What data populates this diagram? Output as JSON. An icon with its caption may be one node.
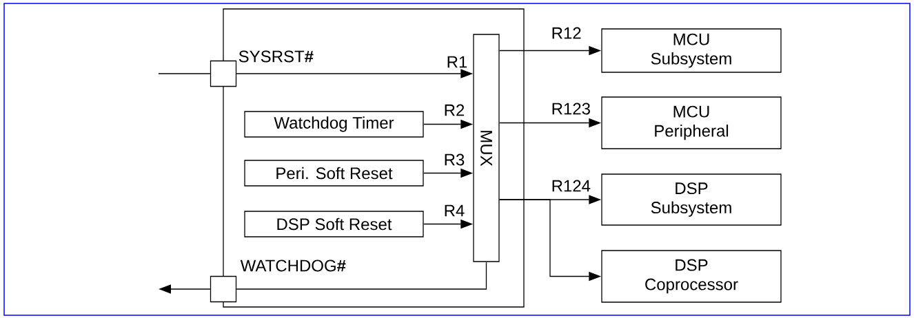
{
  "diagram": {
    "nodes": [
      {
        "text": [],
        "shape": "box"
      },
      {
        "text": [],
        "shape": "box",
        "beside": [
          "SYSRST**#**"
        ]
      },
      {
        "text": [
          "Watchdog Timer"
        ],
        "in": 0
      },
      {
        "text": [
          "Peri. Soft Reset"
        ],
        "in": 0
      },
      {
        "text": [
          "DSP Soft Reset"
        ],
        "in": 0
      },
      {
        "text": [
          "MUX"
        ],
        "in": 0
      },
      {
        "text": [],
        "shape": "box",
        "beside": [
          "WATCHDOG**#**"
        ]
      },
      {
        "text": [
          "MCU Subsystem"
        ]
      },
      {
        "text": [
          "MCU Peripheral"
        ]
      },
      {
        "text": [
          "DSP Subsystem"
        ]
      },
      {
        "text": [
          "DSP Coprocessor"
        ]
      }
    ],
    "edges": [
      {
        "from": null,
        "to": 1,
        "arrow": "none"
      },
      {
        "from": 1,
        "to": 5,
        "arrow": "to",
        "label": "R1"
      },
      {
        "from": 2,
        "to": 5,
        "arrow": "to",
        "label": "R2"
      },
      {
        "from": 3,
        "to": 5,
        "arrow": "to",
        "label": "R3"
      },
      {
        "from": 4,
        "to": 5,
        "arrow": "to",
        "label": "R4"
      },
      {
        "from": 5,
        "to": 6,
        "arrow": "none"
      },
      {
        "from": 6,
        "to": null,
        "arrow": "to"
      },
      {
        "from": 5,
        "to": 7,
        "arrow": "to",
        "label": "R12"
      },
      {
        "from": 5,
        "to": 8,
        "arrow": "to",
        "label": "R123"
      },
      {
        "from": 5,
        "to": 9,
        "arrow": "to",
        "label": "R124"
      },
      {
        "from": 5,
        "to": 10,
        "arrow": "to"
      }
    ]
  }
}
